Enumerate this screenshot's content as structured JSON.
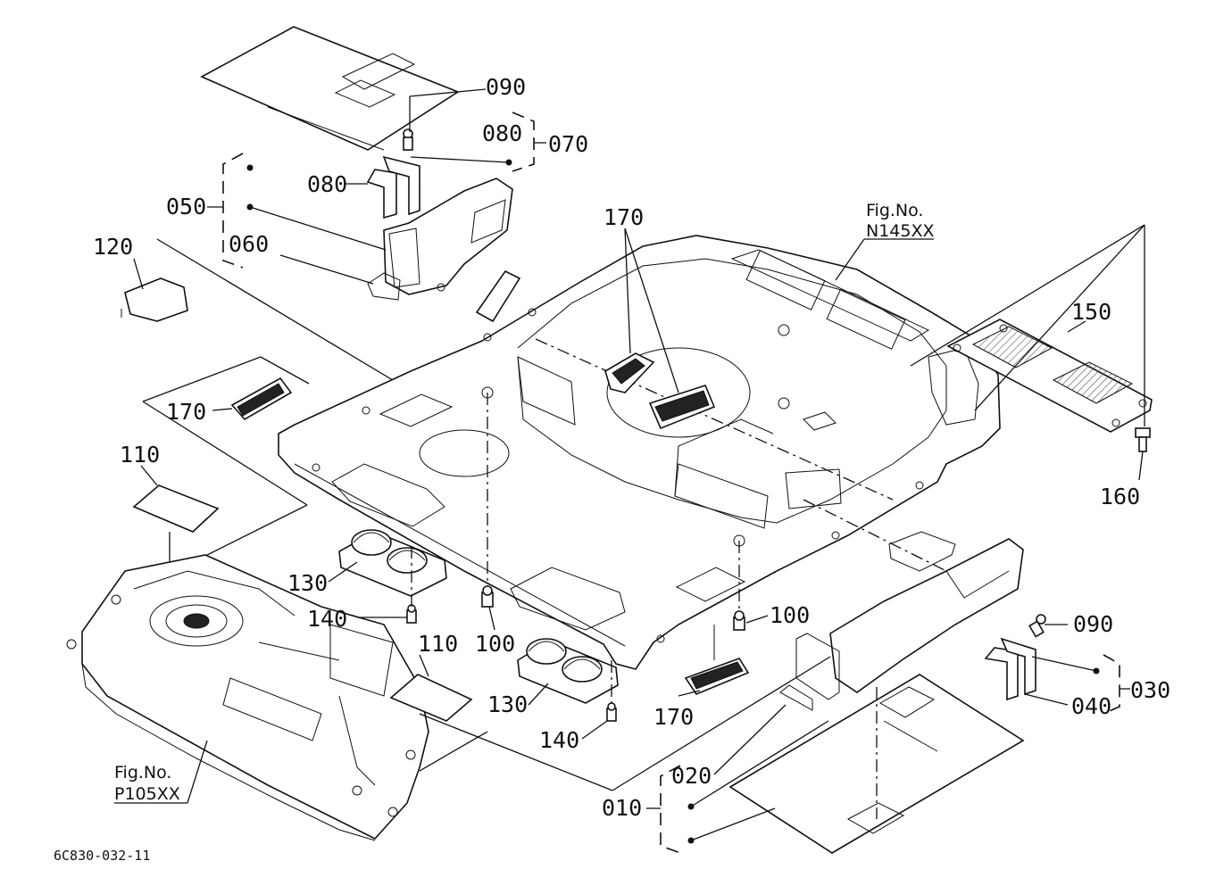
{
  "labels": {
    "p010": "010",
    "p020": "020",
    "p030": "030",
    "p040": "040",
    "p050": "050",
    "p060": "060",
    "p070": "070",
    "p080a": "080",
    "p080b": "080",
    "p090a": "090",
    "p090b": "090",
    "p100a": "100",
    "p100b": "100",
    "p110a": "110",
    "p110b": "110",
    "p120": "120",
    "p130a": "130",
    "p130b": "130",
    "p140a": "140",
    "p140b": "140",
    "p150": "150",
    "p160": "160",
    "p170a": "170",
    "p170b": "170",
    "p170c": "170"
  },
  "figure_refs": {
    "n145": {
      "line1": "Fig.No.",
      "line2": "N145XX"
    },
    "p105": {
      "line1": "Fig.No.",
      "line2": "P105XX"
    }
  },
  "drawing_code": "6C830-032-11"
}
